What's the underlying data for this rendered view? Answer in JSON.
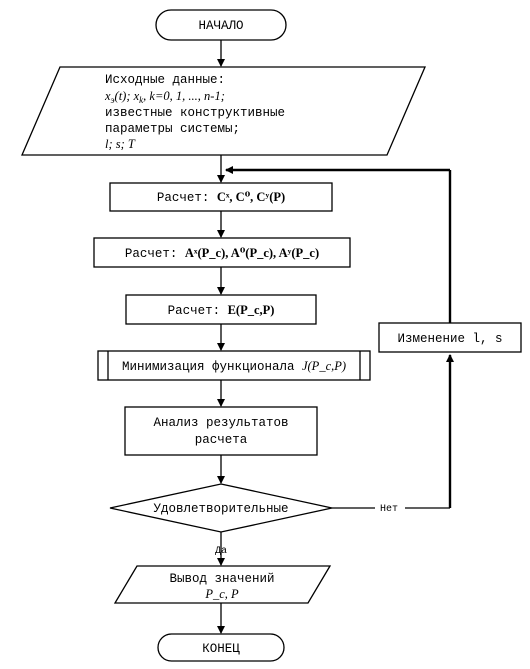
{
  "start": {
    "label": "НАЧАЛО"
  },
  "input": {
    "line1": "Исходные данные:",
    "line2_a": "x",
    "line2_a_sub": "э",
    "line2_b": "(t); x",
    "line2_b_sub": "k",
    "line2_c": ",  k=0, 1, ..., n-1;",
    "line3": "известные конструктивные",
    "line4": "параметры системы;",
    "line5": "l; s; T"
  },
  "step1": {
    "prefix": "Расчет: ",
    "formula": "Cˣ,  C⁰,  Cʸ(P)"
  },
  "step2": {
    "prefix": "Расчет: ",
    "formula": "Aˣ(P_c),  A⁰(P_c),  Aʸ(P_c)"
  },
  "step3": {
    "prefix": "Расчет: ",
    "formula": "E(P_c,P)"
  },
  "step4": {
    "prefix": "Минимизация функционала ",
    "formula": "J(P_c,P)"
  },
  "step5": {
    "line1": "Анализ результатов",
    "line2": "расчета"
  },
  "decision": {
    "label": "Удовлетворительные",
    "yes": "Да",
    "no": "Нет"
  },
  "change": {
    "label": "Изменение l, s"
  },
  "output": {
    "line1": "Вывод значений",
    "line2": "P_c, P"
  },
  "end": {
    "label": "КОНЕЦ"
  }
}
